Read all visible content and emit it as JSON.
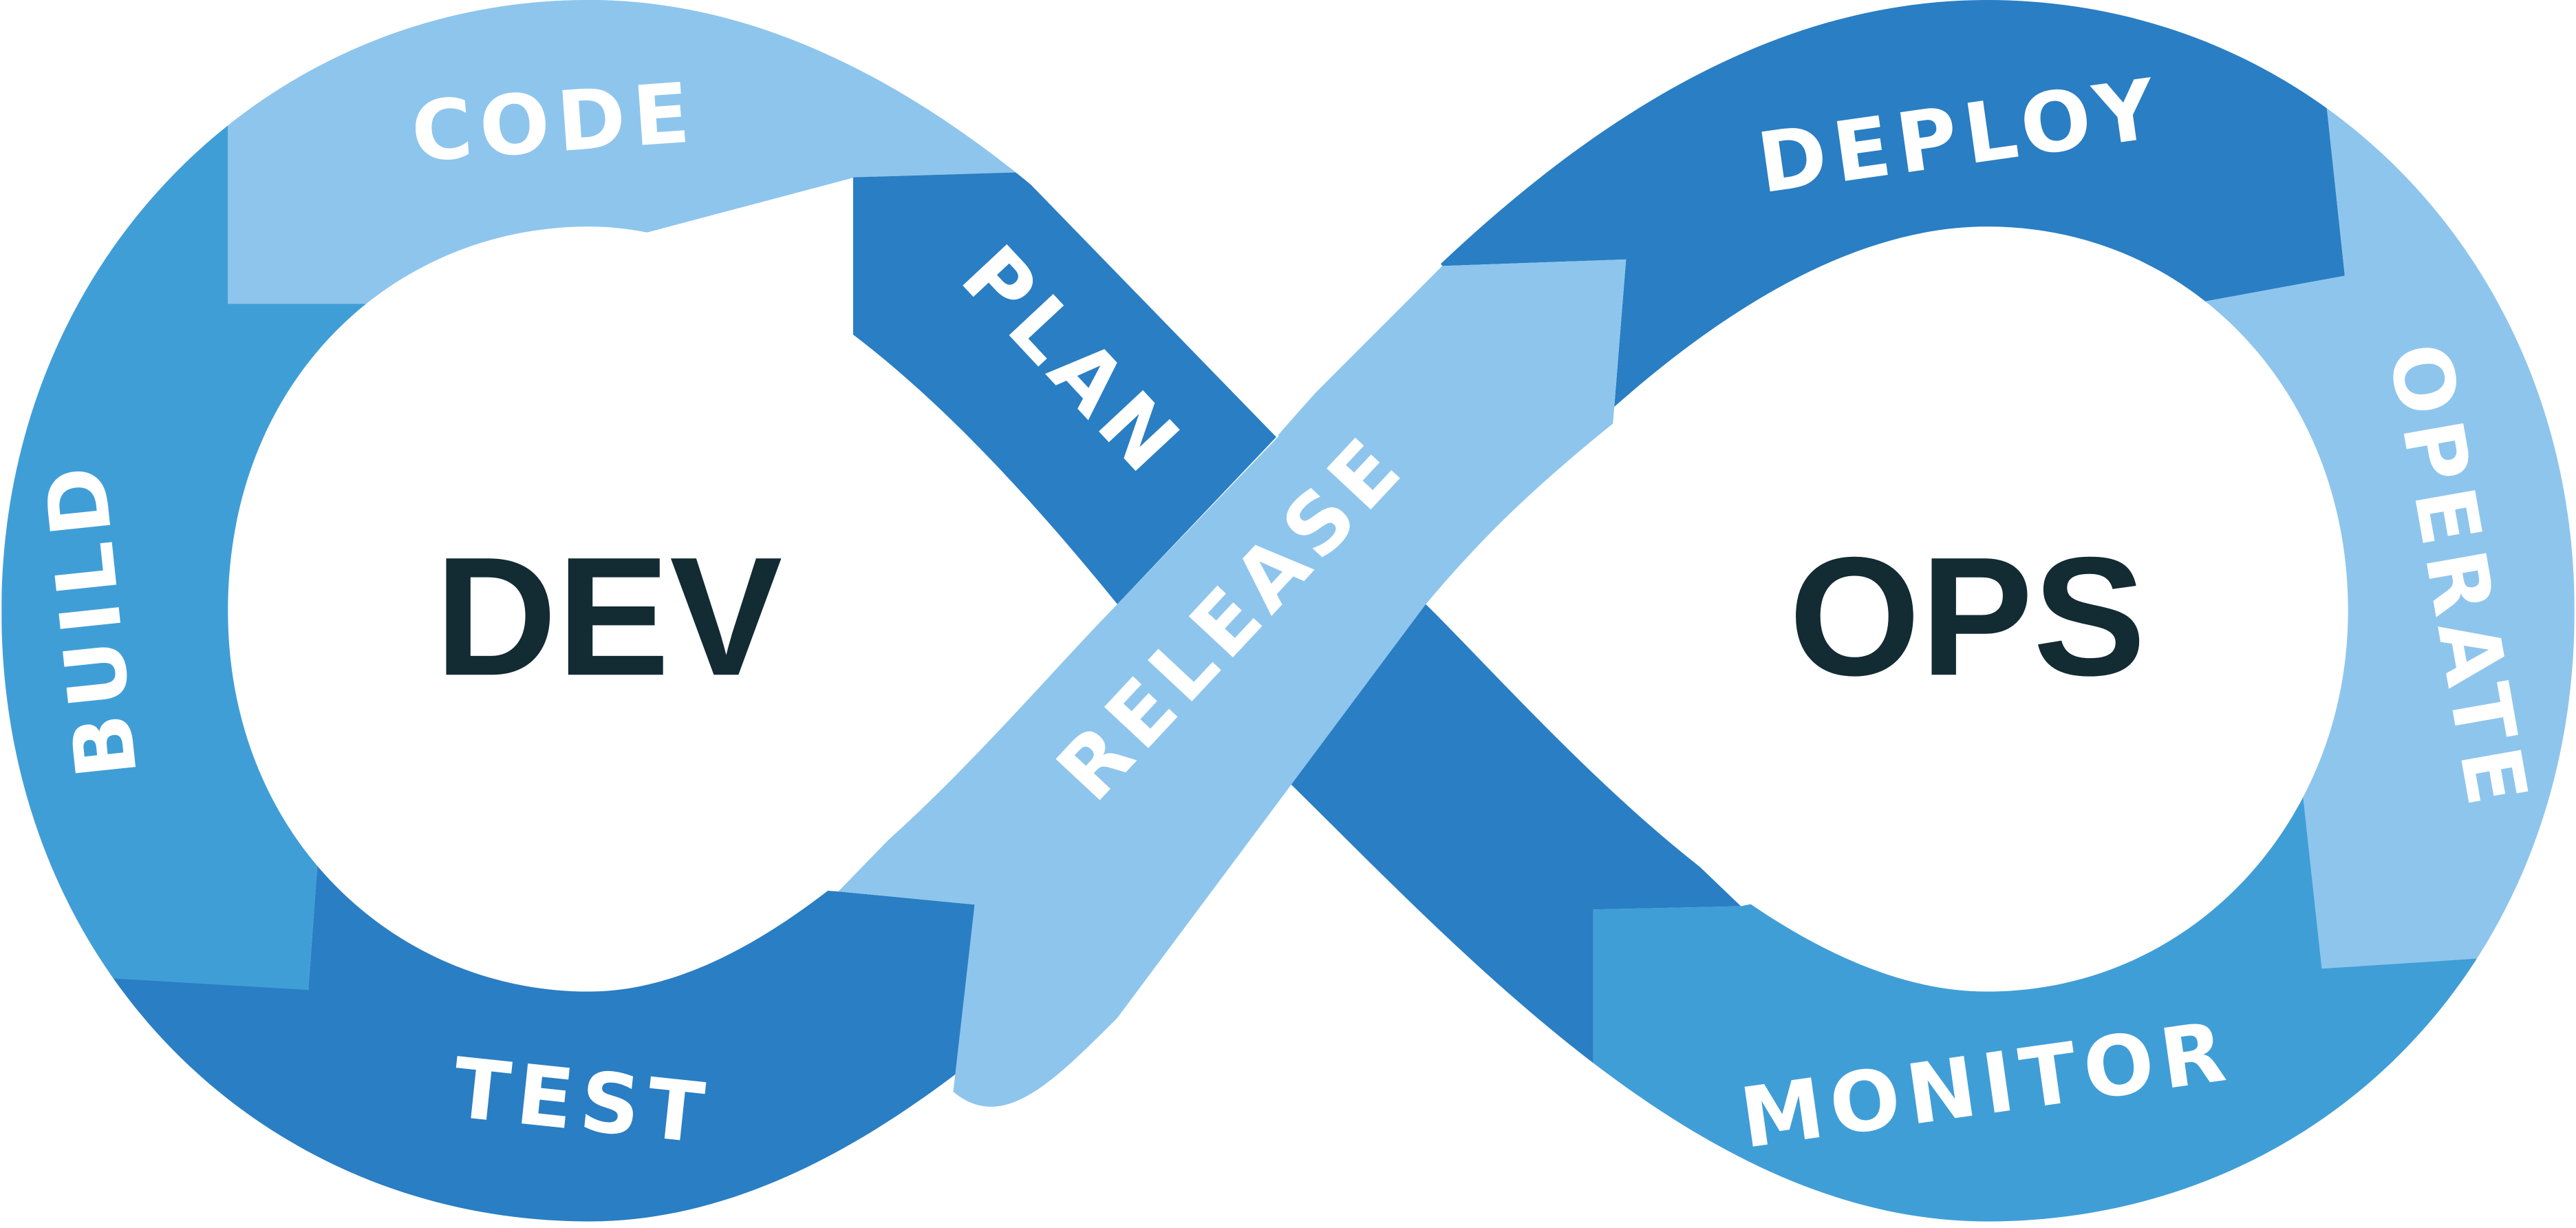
{
  "colors": {
    "dark_blue": "#2a7ec3",
    "mid_blue": "#409ed7",
    "light_blue": "#8ec5ec",
    "text_dark": "#132b33",
    "label_light": "#ffffff"
  },
  "center_labels": {
    "dev": "DEV",
    "ops": "OPS"
  },
  "stages": {
    "plan": "PLAN",
    "code": "CODE",
    "build": "BUILD",
    "test": "TEST",
    "release": "RELEASE",
    "deploy": "DEPLOY",
    "operate": "OPERATE",
    "monitor": "MONITOR"
  }
}
